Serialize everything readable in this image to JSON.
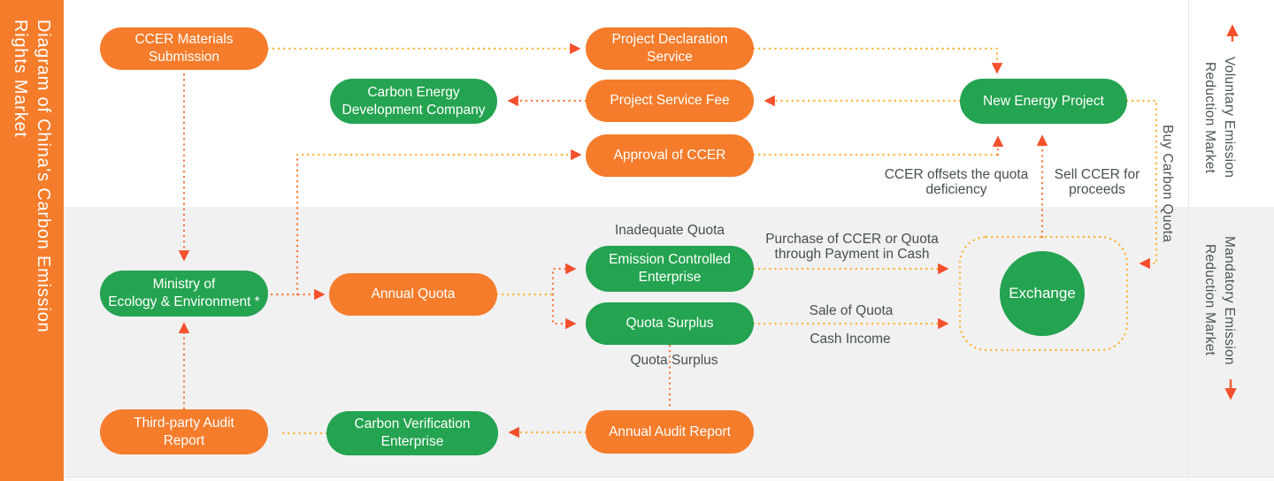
{
  "colors": {
    "orange": "#F57C2B",
    "green": "#24A350",
    "dot_yellow": "#FFB23C",
    "dot_orange": "#F6793F",
    "arrow": "#F4502C",
    "label_dark": "#46514B",
    "label_side": "#4C584F",
    "bg_top": "#FFFFFF",
    "bg_bottom": "#F1F1F2",
    "bg_strip": "#FAFAFB"
  },
  "sidebar": {
    "title": "Diagram of China's Carbon Emission\nRights Market"
  },
  "markets": {
    "voluntary": "Voluntary Emission\nReduction Market",
    "mandatory": "Mandatory Emission\nReduction Market"
  },
  "nodes": {
    "ccer_materials": "CCER Materials\nSubmission",
    "project_declaration": "Project Declaration\nService",
    "project_service_fee": "Project Service Fee",
    "approval_ccer": "Approval of CCER",
    "carbon_energy": "Carbon Energy\nDevelopment Company",
    "new_energy": "New Energy Project",
    "ministry": "Ministry of\nEcology & Environment *",
    "annual_quota": "Annual Quota",
    "emission_controlled": "Emission Controlled\nEnterprise",
    "quota_surplus": "Quota Surplus",
    "third_party_audit": "Third-party Audit\nReport",
    "carbon_verification": "Carbon Verification\nEnterprise",
    "annual_audit": "Annual Audit Report",
    "exchange": "Exchange"
  },
  "labels": {
    "inadequate_quota": "Inadequate Quota",
    "purchase": "Purchase of CCER or Quota\nthrough Payment in Cash",
    "sale_of_quota": "Sale of Quota",
    "cash_income": "Cash Income",
    "quota_surplus": "Quota Surplus",
    "ccer_offsets": "CCER offsets the quota\ndeficiency",
    "sell_ccer": "Sell CCER for\nproceeds",
    "buy_carbon_quota": "Buy Carbon Quota"
  }
}
